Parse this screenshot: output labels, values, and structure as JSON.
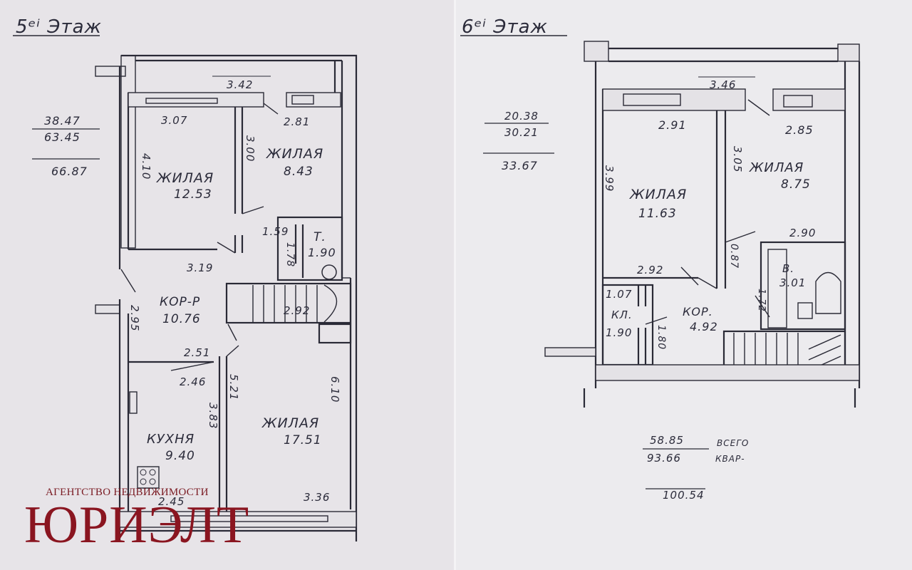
{
  "floor5": {
    "title": "5ᵉⁱ Этаж",
    "area_living": "38.47",
    "area_total": "63.45",
    "area_sum": "66.87",
    "dims": {
      "top": "3.42",
      "bed1_width": "3.07",
      "bed1_height": "4.10",
      "bed2_height": "3.00",
      "bed2_width": "2.81",
      "bed1_bottom": "3.19",
      "wc_width": "1.59",
      "wc_height": "1.78",
      "hall_height": "2.95",
      "stair_width": "2.92",
      "hall_width": "2.51",
      "kitchen_top": "2.46",
      "kitchen_height": "3.83",
      "living_left": "5.21",
      "living_height": "6.10",
      "kitchen_bottom": "2.45",
      "living_bottom": "3.36"
    },
    "rooms": {
      "bed1_name": "ЖИЛАЯ",
      "bed1_area": "12.53",
      "bed2_name": "ЖИЛАЯ",
      "bed2_area": "8.43",
      "wc_name": "Т.",
      "wc_area": "1.90",
      "hall_name": "КОР-Р",
      "hall_area": "10.76",
      "kitchen_name": "КУХНЯ",
      "kitchen_area": "9.40",
      "living_name": "ЖИЛАЯ",
      "living_area": "17.51"
    }
  },
  "floor6": {
    "title": "6ᵉⁱ Этаж",
    "area_living": "20.38",
    "area_total": "30.21",
    "area_sum": "33.67",
    "dims": {
      "top": "3.46",
      "bed1_width": "2.91",
      "bed2_width": "2.85",
      "bed1_height": "3.99",
      "bed2_height": "3.05",
      "bath_width": "2.90",
      "door_width": "0.87",
      "bed1_bottom": "2.92",
      "pantry_width": "1.07",
      "pantry_height": "1.80",
      "bath_height": "1.72"
    },
    "rooms": {
      "bed1_name": "ЖИЛАЯ",
      "bed1_area": "11.63",
      "bed2_name": "ЖИЛАЯ",
      "bed2_area": "8.75",
      "bath_name": "В.",
      "bath_area": "3.01",
      "pantry_name": "КЛ.",
      "pantry_area": "1.90",
      "hall_name": "КОР.",
      "hall_area": "4.92"
    },
    "summary": {
      "living": "58.85",
      "total": "93.66",
      "label_all": "ВСЕГО",
      "label_flat": "КВАР-",
      "sum": "100.54"
    }
  },
  "watermark": {
    "tagline": "АГЕНТСТВО НЕДВИЖИМОСТИ",
    "brand": "ЮРИЭЛТ",
    "color": "#8a1520"
  }
}
